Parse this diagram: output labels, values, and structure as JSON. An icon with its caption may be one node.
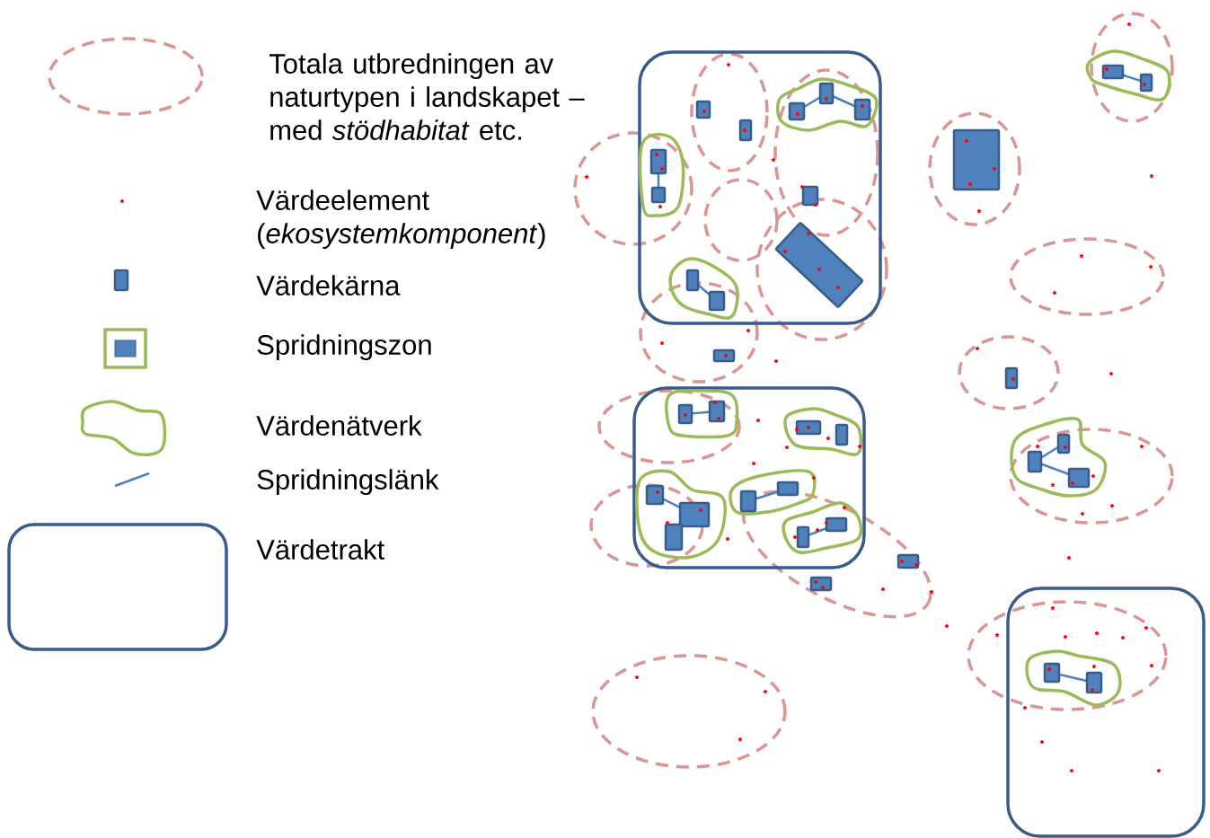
{
  "diagram": {
    "legend": [
      {
        "text": "Totala utbredningen av naturtypen i landskapet – med *stödhabitat* etc."
      },
      {
        "text": "Värdeelement (*ekosystemkomponent*)"
      },
      {
        "text": "Värdekärna"
      },
      {
        "text": "Spridningszon"
      },
      {
        "text": "Värdenätverk"
      },
      {
        "text": "Spridningslänk"
      },
      {
        "text": "Värdetrakt"
      }
    ]
  }
}
